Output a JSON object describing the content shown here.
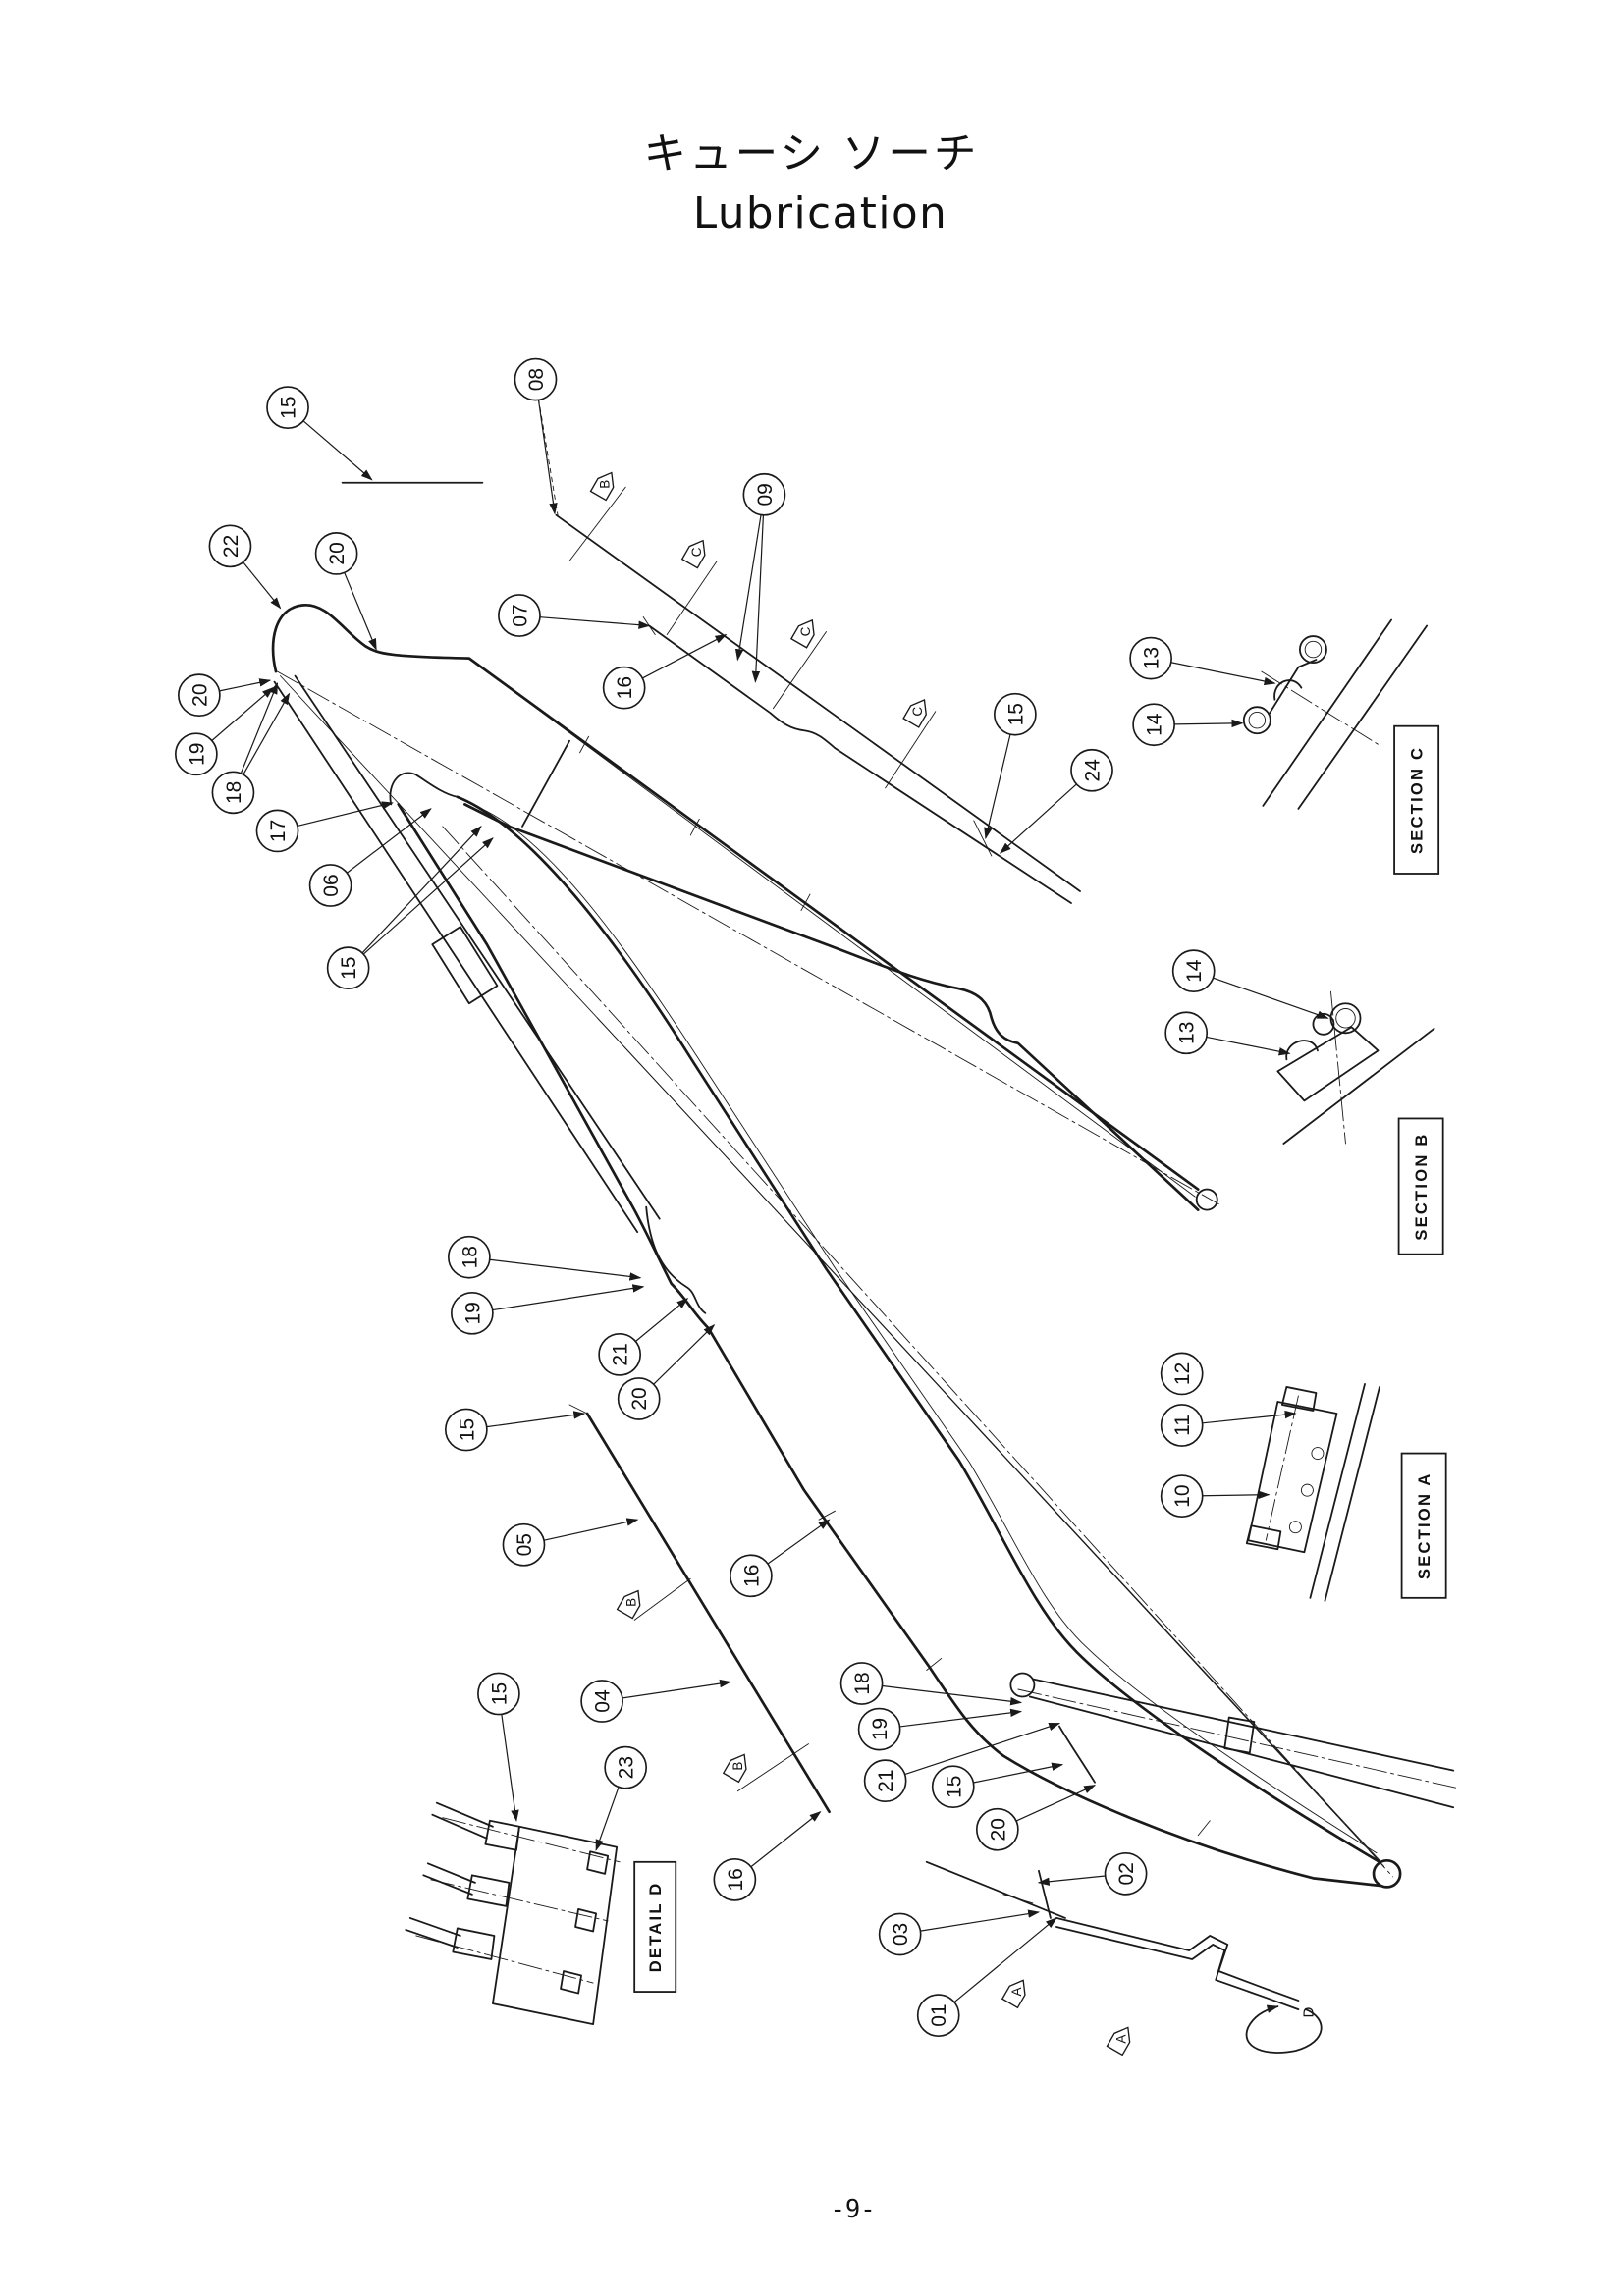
{
  "title": {
    "japanese": "キューシ ソーチ",
    "english": "Lubrication"
  },
  "callouts": [
    "15",
    "08",
    "22",
    "20",
    "09",
    "07",
    "20",
    "19",
    "16",
    "18",
    "17",
    "06",
    "15",
    "15",
    "24",
    "13",
    "14",
    "14",
    "13",
    "18",
    "19",
    "21",
    "20",
    "15",
    "12",
    "11",
    "10",
    "05",
    "16",
    "18",
    "19",
    "21",
    "15",
    "20",
    "15",
    "04",
    "23",
    "16",
    "02",
    "03",
    "01"
  ],
  "sections": {
    "section_a": "SECTION A",
    "section_b": "SECTION B",
    "section_c": "SECTION C",
    "detail_d": "DETAIL D"
  },
  "view_arrows": [
    "B",
    "C",
    "C",
    "C",
    "B",
    "B",
    "A",
    "A"
  ],
  "rotation_label": "D",
  "page_number": "-9-"
}
